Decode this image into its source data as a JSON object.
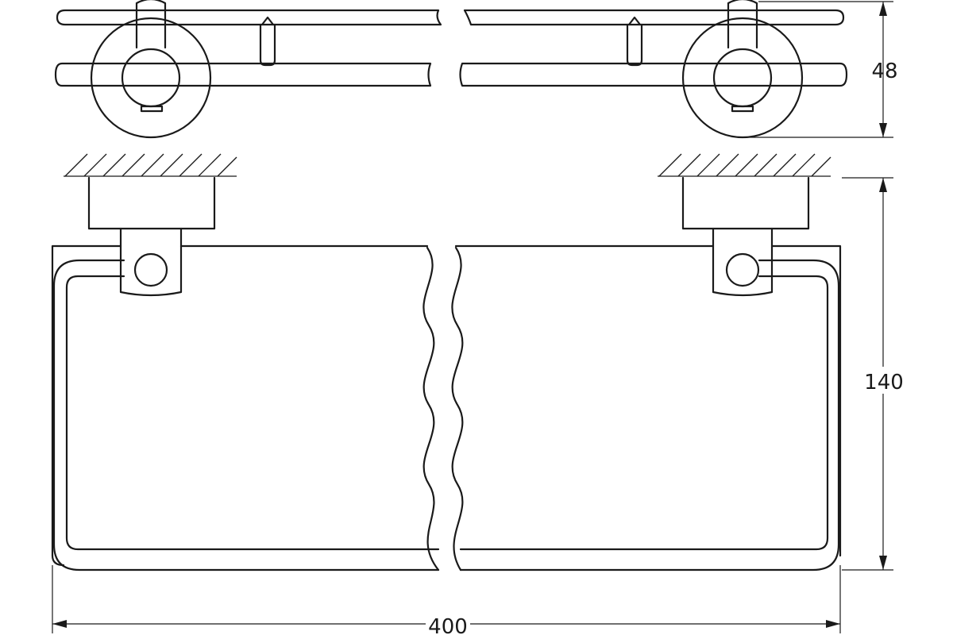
{
  "dimensions": {
    "depth": "48",
    "height": "140",
    "width": "400"
  },
  "colors": {
    "line": "#1a1a1a",
    "background": "#ffffff"
  }
}
